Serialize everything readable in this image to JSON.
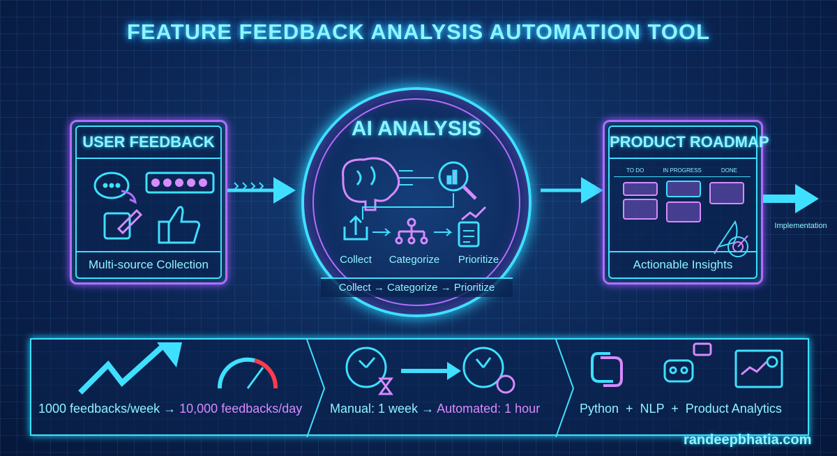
{
  "title": "FEATURE FEEDBACK ANALYSIS AUTOMATION TOOL",
  "user_feedback": {
    "heading": "USER FEEDBACK",
    "footer": "Multi-source Collection",
    "icons": [
      "chat-bubbles-icon",
      "star-rating-icon",
      "edit-pencil-icon",
      "thumbs-up-icon"
    ]
  },
  "ai_analysis": {
    "heading": "AI ANALYSIS",
    "steps": [
      "Collect",
      "Categorize",
      "Prioritize"
    ],
    "caption": "Collect → Categorize → Prioritize",
    "icons": [
      "brain-icon",
      "magnifier-chart-icon",
      "upload-icon",
      "hierarchy-icon",
      "checklist-icon"
    ]
  },
  "roadmap": {
    "heading": "PRODUCT ROADMAP",
    "columns": [
      "TO DO",
      "IN PROGRESS",
      "DONE"
    ],
    "footer": "Actionable Insights",
    "icons": [
      "rocket-icon",
      "target-icon"
    ]
  },
  "implementation_label": "Implementation",
  "stats": {
    "scale_before": "1000 feedbacks/week →",
    "scale_after": "10,000 feedbacks/day",
    "time_before": "Manual: 1 week →",
    "time_after": "Automated: 1 hour",
    "stack": "Python  +  NLP  +  Product Analytics"
  },
  "footer_url": "randeepbhatia.com",
  "colors": {
    "cyan": "#3fe0ff",
    "purple": "#b46cff",
    "red": "#ff3b4e",
    "background": "#0a1f45"
  }
}
